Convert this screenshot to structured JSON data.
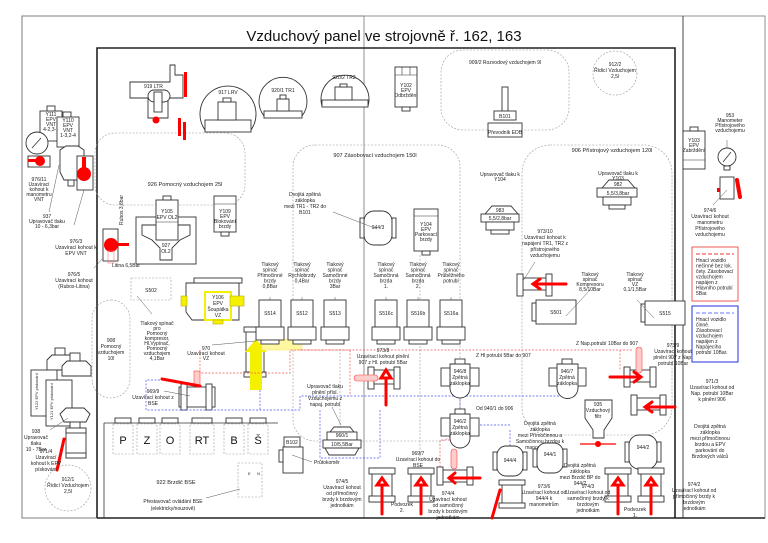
{
  "title": "Vzduchový panel ve strojovně ř. 162, 163",
  "reservoirs": {
    "r926": "926  Pomocný vzduchojem 25l",
    "r907": "907  Zásobovací vzduchojem 150l",
    "r906": "906  Přístrojový vzduchojem 120l",
    "r909_2": "909/2  Rozvodový vzduchojem 9l",
    "r912_2": [
      "912/2",
      "Řídicí Vzduchojem",
      "2,5l"
    ],
    "r908": [
      "908",
      "Pomocný",
      "vzduchojem",
      "10l"
    ],
    "r912_1": [
      "912/1",
      "Řídicí Vzduchojem",
      "2,5l"
    ]
  },
  "top_devices": {
    "ltr": "919  LTR",
    "lrv": "917  LRV",
    "tr1": "920/1  TR1",
    "tr2": "920/2  TR2",
    "y102": [
      "Y102",
      "EPV",
      "Odbrždění"
    ],
    "b101": "B101",
    "edb": "Převodník EDB"
  },
  "left_column": {
    "y111": [
      "Y111",
      "EPV",
      "VNT",
      "4-2,3-1"
    ],
    "y110": [
      "Y110",
      "EPV",
      "VNT",
      "1-3,2-4"
    ],
    "v976_11": [
      "976/11",
      "Uzavírací",
      "kohout k",
      "manometru",
      "VNT"
    ],
    "v937": [
      "937",
      "Upravovač tlaku",
      "10 - 6,3bar"
    ],
    "v976_3": [
      "976/3",
      "Uzavírací kohout k",
      "EPV VNT"
    ],
    "v976_5": [
      "976/5",
      "Uzavírací kohout",
      "(Rubos-Litina)"
    ],
    "v938": [
      "938",
      "Upravovač",
      "tlaku",
      "10 - 7Bar"
    ],
    "v971_4": [
      "971/4",
      "Uzavírací",
      "kohout k EPV",
      "pískování"
    ],
    "y122": "Y122 EPV pískování",
    "y121": "Y121 EPV pískování"
  },
  "middle_left": {
    "rubos": "Rubos 3,8bar",
    "litina": "Litina 6,5Bar",
    "y105": [
      "Y105",
      "EPV OL2"
    ],
    "v927": [
      "927",
      "OL2"
    ],
    "y109": [
      "Y109",
      "EPV",
      "Blokování",
      "brzdy"
    ],
    "s502": "S502",
    "s502_desc": [
      "Tlakový spínač",
      "pro",
      "Pomocný",
      "kompresor,",
      "Hl.Vypínač,",
      "Pomocný",
      "vzduchojem",
      "4,1Bar"
    ],
    "y106": [
      "Y106",
      "EPV",
      "Šoupátka",
      "VZ"
    ],
    "v970": [
      "970",
      "Uzavírací kohout",
      "VZ"
    ],
    "v969_9": [
      "969/9",
      "Uzavírací kohout z",
      "BSE"
    ]
  },
  "pressure_switches": [
    {
      "id": "S514",
      "desc": [
        "Tlakový",
        "spínač",
        "Přímočinné",
        "brzdy",
        "0,8Bar"
      ]
    },
    {
      "id": "S512",
      "desc": [
        "Tlakový",
        "spínač",
        "Rychlobrzdy",
        "0,4Bar"
      ]
    },
    {
      "id": "S513",
      "desc": [
        "Tlakový",
        "spínač",
        "Samočinné",
        "brzdy",
        "3Bar"
      ]
    },
    {
      "id": "S516c",
      "desc": [
        "Tlakový",
        "spínač",
        "Samočinná",
        "brzda",
        "1."
      ]
    },
    {
      "id": "S516b",
      "desc": [
        "Tlakový",
        "spínač",
        "Samočinná",
        "brzda",
        "2."
      ]
    },
    {
      "id": "S516a",
      "desc": [
        "Tlakový",
        "spínač",
        "Průběžného",
        "potrubí"
      ]
    }
  ],
  "mid_devices": {
    "dz944_3_desc": [
      "Dvojitá zpětná",
      "záklopka",
      "mezi TR1 - TR2 do",
      "B101"
    ],
    "dz944_3": "944/3",
    "y104": [
      "Y104",
      "EPV",
      "Parkovací",
      "brzdy"
    ],
    "v973_8": [
      "973/8",
      "Uzavírací kohout plnění",
      "907 z Hl. potrubí 5Bar"
    ],
    "reg960_desc": [
      "Upravovač tlaku",
      "plnění přísl.",
      "Vzduchojemu z",
      "napaj. potrubí"
    ],
    "reg960": "960/1",
    "reg960_val": "10/5,5Bar",
    "b102": "B102",
    "flowmeter": "Průtokoměr",
    "v946_8": [
      "946/8",
      "Zpětná",
      "záklopka"
    ],
    "v946_8_note": "Z Hl potrubí 5Bar do 907",
    "v946_2": [
      "946/2",
      "Zpětná",
      "záklopka"
    ],
    "v946_2_note": "Od 940/1 do 906",
    "v969_7": [
      "969/7",
      "Uzavírací kohout do",
      "BSE"
    ],
    "v974_5": [
      "974/5",
      "Uzavírací kohout",
      "od přímočinný",
      "brzdy k brzdovým",
      "jednotkám"
    ],
    "v974_4": [
      "974/4",
      "Uzavírací kohout",
      "od samočinný",
      "brzdy k brzdovým",
      "jednotkám"
    ],
    "podvozek2": [
      "Podvozek",
      "2."
    ]
  },
  "bse": {
    "buttons": [
      "P",
      "Z",
      "O",
      "RT",
      "B",
      "Š"
    ],
    "name": "922 Brzdič BSE",
    "switch_desc": [
      "Přestavovač ovládání BSE",
      "(elektricky/nouzově)"
    ],
    "e": "E",
    "n": "N"
  },
  "right_section": {
    "reg983_desc": [
      "Upravovač tlaku k",
      "Y104"
    ],
    "reg983": "983",
    "reg983_val": "5,5/2,8bar",
    "reg982_desc": [
      "Upravovač tlaku k",
      "Y103"
    ],
    "reg982": "982",
    "reg982_val": "5,5/3,8bar",
    "v973_10": [
      "973/10",
      "Uzavírací kohout k",
      "napájení  TR1, TR2 z",
      "přístrojového",
      "vzduchojemu"
    ],
    "s501_desc": [
      "Tlakový",
      "spínač",
      "Kompresoru",
      "8,5/10Bar"
    ],
    "s501": "S501",
    "s515_desc": [
      "Tlakový",
      "spínač",
      "VZ",
      "0,1/1,5Bar"
    ],
    "s515": "S515",
    "v973_9": [
      "973/9",
      "Uzavírací kohout",
      "plnění 907 z Nap.",
      "potrubí 10Bar"
    ],
    "v946_7": [
      "946/7",
      "Zpětná",
      "záklopka"
    ],
    "v946_7_note": "Z Nap.potrubí 10Bar do 907",
    "v971_3": [
      "971/3",
      "Uzavírací kohout od",
      "Nap. potrubí 10Bar",
      "k plnění 906"
    ],
    "f935": [
      "935",
      "Vzduchový",
      "filtr"
    ],
    "dz944_4_desc": [
      "Dvojitá zpětná",
      "záklopka",
      "mezi Přímočinnou a",
      "Samočinnou brzdou k",
      "manometrům"
    ],
    "dz944_4": "944/4",
    "dz944_1": "944/1",
    "dz944_1_desc": [
      "Dvojitá zpětná",
      "záklopka",
      "mezi Brzdič BP do",
      "944/2"
    ],
    "dz944_2": "944/2",
    "dz944_2_desc": [
      "Dvojitá zpětná",
      "záklopka",
      "mezi přímočinnou",
      "brzdou a EPV",
      "parkování do",
      "Brzdových válců"
    ],
    "v973_6": [
      "973/6",
      "Uzavírací kohout od",
      "944/4 k",
      "manometrům"
    ],
    "v974_3": [
      "974/3",
      "Uzavírací kohout od",
      "samočinný brzdy k",
      "brzdovým",
      "jednotkám"
    ],
    "v974_2": [
      "974/2",
      "Uzavírací kohout od",
      "přímočinný brzdy k",
      "brzdovým",
      "jednotkám"
    ],
    "podvozek1": [
      "Podvozek",
      "1."
    ]
  },
  "far_right": {
    "y103": [
      "Y103",
      "EPV",
      "Zabrždění"
    ],
    "m953": [
      "953",
      "Manometer",
      "Přístrojového",
      "vzduchojemu"
    ],
    "v974_6": [
      "974/6",
      "Uzavírací kohout",
      "manometru",
      "Přístrojového",
      "vzduchojemu"
    ]
  },
  "legend": {
    "red": {
      "color": "#ee3333",
      "text": [
        "Hnací vozidlo",
        "nečinné bez lok.",
        "čety. Zásobovací",
        "vzduchojem",
        "napájen z",
        "Hlavního potrubí",
        "5Bar."
      ]
    },
    "blue": {
      "color": "#2233dd",
      "text": [
        "Hnací vozidlo",
        "činné.",
        "Zásobovací",
        "vzduchojem",
        "napájen z",
        "Napájecího",
        "potrubí 10Bar."
      ]
    }
  }
}
